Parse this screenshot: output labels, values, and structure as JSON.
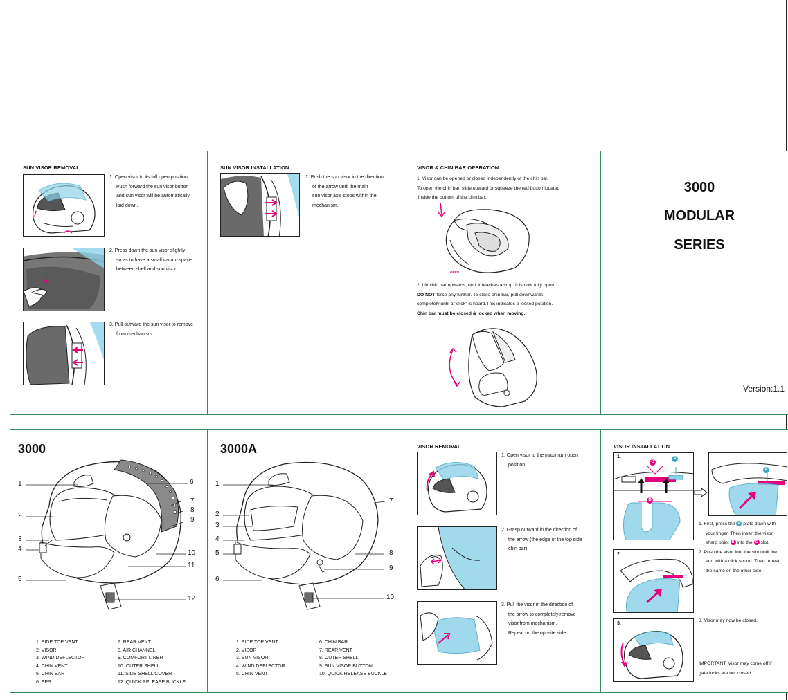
{
  "colors": {
    "panel_border": "#3a8a5f",
    "magenta": "#e6007e",
    "visor_blue": "#8fd3e8",
    "shell_gray": "#8a8a8a"
  },
  "sun_visor_removal": {
    "title": "SUN VISOR REMOVAL",
    "step1": [
      "1.  Open visor to its full open position.",
      "Push forward the sun visor button",
      "and sun visor will be automatically",
      "laid down."
    ],
    "step2": [
      "2.  Press down the sun visor slightly",
      "so as to have a small vacant space",
      "between shell and sun visor."
    ],
    "step3": [
      "3.  Pull outward the sun visor to remove",
      "from mechanism."
    ]
  },
  "sun_visor_installation": {
    "title": "SUN VISOR INSTALLATION",
    "step1": [
      "1.  Push the sun visor in the direction",
      "of the arrow until the main",
      "sun visor axis stops within the",
      "mechanism."
    ]
  },
  "visor_chin_bar": {
    "title": "VISOR & CHIN BAR OPERATION",
    "intro": [
      "1. Visor can be opened or closed independently of the chin bar.",
      "To open the chin bar, slide upward or squeeze the red button located",
      "inside the bottom of the chin bar."
    ],
    "open_label": "OPEN",
    "para2_line1": "2. Lift chin bar upwards, until it reaches a stop. It is now fully open.",
    "do_not": "DO NOT",
    "para2_line2_rest": " force any further. To close chin bar, pull downwards",
    "para2_line3": "completely until a \"click\" is heard.This indicates a locked position.",
    "warning": "Chin bar must be closed & locked when moving."
  },
  "cover": {
    "line1": "3000",
    "line2": "MODULAR",
    "line3": "SERIES",
    "version": "Version:1.1"
  },
  "model_3000": {
    "title": "3000",
    "callouts": [
      "1",
      "2",
      "3",
      "4",
      "5",
      "6",
      "7",
      "8",
      "9",
      "10",
      "11",
      "12"
    ],
    "legend_left": [
      "1.  SIDE TOP VENT",
      "2.  VISOR",
      "3.  WIND DEFLECTOR",
      "4.  CHIN VENT",
      "5.  CHIN BAR",
      "6.  EPS"
    ],
    "legend_right": [
      "7.  REAR VENT",
      "8.  AIR CHANNEL",
      "9.  COMFORT LINER",
      "10.  OUTER SHELL",
      "11.  SIDE SHELL COVER",
      "12.  QUICK RELEASE BUCKLE"
    ]
  },
  "model_3000a": {
    "title": "3000A",
    "callouts": [
      "1",
      "2",
      "3",
      "4",
      "5",
      "6",
      "7",
      "8",
      "9",
      "10"
    ],
    "legend_left": [
      "1.  SIDE TOP VENT",
      "2.  VISOR",
      "3.  SUN VISOR",
      "4.  WIND DEFLECTOR",
      "5.  CHIN VENT"
    ],
    "legend_right": [
      "6.  CHIN BAR",
      "7.  REAR VENT",
      "8.  OUTER SHELL",
      "9.  SUN VISOR BUTTON",
      "10.  QUICK RELEASE BUCKLE"
    ]
  },
  "visor_removal": {
    "title": "VISOR REMOVAL",
    "step1": [
      "1.  Open visor to the maximum open",
      "position."
    ],
    "step2": [
      "2.  Grasp outward in the direction of",
      "the arrow (the edge of the top side",
      "chin bar)."
    ],
    "step3": [
      "3.  Pull the visor in the direction of",
      "the arrow to completely remove",
      "visor from mechanism.",
      "Repeat on the oposite side."
    ]
  },
  "visor_installation": {
    "title": "VISOR INSTALLATION",
    "fig_labels": [
      "1.",
      "2.",
      "3."
    ],
    "marker_a": "A",
    "marker_b": "B",
    "marker_c": "C",
    "step1": [
      "1.  First, press the",
      "plate down with",
      "your finger. Then insert the visor",
      "sharp point",
      "into the",
      "slot."
    ],
    "step2": [
      "2.  Push the visor into the slot until the",
      "end with a click sound. Then repeat",
      "the same on the other side."
    ],
    "step3": "3.  Visor may now be closed.",
    "important": [
      "IMPORTANT: Visor may come off if",
      "gate locks are not closed."
    ]
  }
}
